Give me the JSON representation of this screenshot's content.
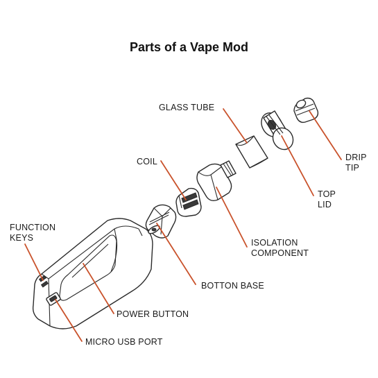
{
  "title": "Parts of a Vape Mod",
  "colors": {
    "leader_line": "#c9522b",
    "outline": "#2a2a2a"
  },
  "labels": {
    "glass_tube": "GLASS TUBE",
    "coil": "COIL",
    "drip_tip": [
      "DRIP",
      "TIP"
    ],
    "top_lid": [
      "TOP",
      "LID"
    ],
    "isolation_component": [
      "ISOLATION",
      "COMPONENT"
    ],
    "function_keys": [
      "FUNCTION",
      "KEYS"
    ],
    "botton_base": "BOTTON BASE",
    "power_button": "POWER BUTTON",
    "micro_usb_port": "MICRO USB PORT"
  }
}
